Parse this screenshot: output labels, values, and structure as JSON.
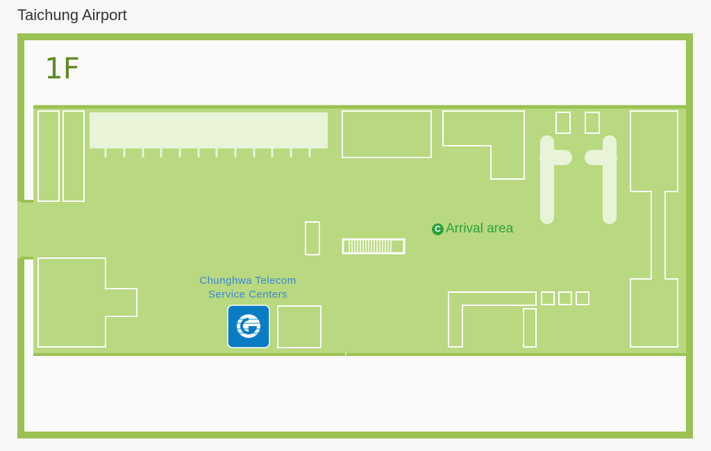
{
  "header": {
    "title": "Taichung Airport"
  },
  "map": {
    "floor_label": "1F",
    "poi": {
      "telecom_line1": "Chunghwa Telecom",
      "telecom_line2": "Service Centers",
      "arrival_icon_letter": "C",
      "arrival_label": "Arrival area"
    },
    "colors": {
      "frame": "#9bc152",
      "floor": "#b8d97f",
      "light": "#e8f3d8",
      "telecom": "#0a7cc4",
      "arrival": "#2ea040"
    }
  }
}
